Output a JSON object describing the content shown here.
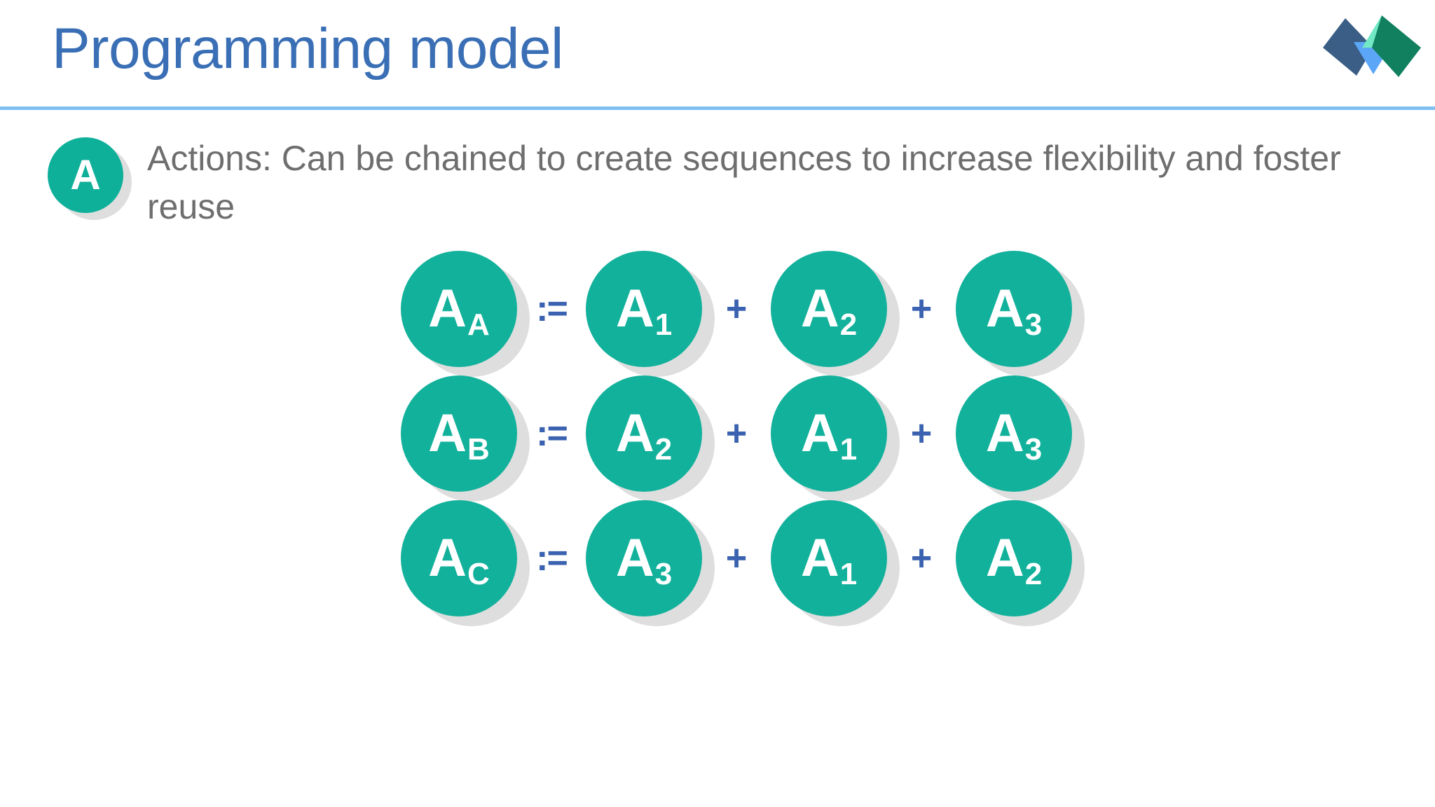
{
  "slide": {
    "title": "Programming model",
    "title_color": "#3A6FB5",
    "rule_color": "#7FC0F0",
    "background": "#ffffff"
  },
  "logo": {
    "name": "company-logo",
    "colors": {
      "dark_blue": "#3A5E85",
      "light_blue": "#5CA6F7",
      "mint": "#72E8C4",
      "dark_green": "#11805F"
    }
  },
  "bullet": {
    "badge_letter": "A",
    "badge_color": "#0FB09A",
    "text": "Actions: Can be chained to create sequences to increase flexibility and foster reuse",
    "text_color": "#6E6E6E"
  },
  "diagram": {
    "node_color": "#12B19B",
    "node_text_color": "#ffffff",
    "operator_color": "#3A62B0",
    "assign_operator": ":=",
    "plus_operator": "+",
    "rows": [
      {
        "lhs": {
          "main": "A",
          "sub": "A"
        },
        "assign": ":=",
        "terms": [
          {
            "main": "A",
            "sub": "1"
          },
          {
            "main": "A",
            "sub": "2"
          },
          {
            "main": "A",
            "sub": "3"
          }
        ],
        "separators": [
          "+",
          "+"
        ]
      },
      {
        "lhs": {
          "main": "A",
          "sub": "B"
        },
        "assign": ":=",
        "terms": [
          {
            "main": "A",
            "sub": "2"
          },
          {
            "main": "A",
            "sub": "1"
          },
          {
            "main": "A",
            "sub": "3"
          }
        ],
        "separators": [
          "+",
          "+"
        ]
      },
      {
        "lhs": {
          "main": "A",
          "sub": "C"
        },
        "assign": ":=",
        "terms": [
          {
            "main": "A",
            "sub": "3"
          },
          {
            "main": "A",
            "sub": "1"
          },
          {
            "main": "A",
            "sub": "2"
          }
        ],
        "separators": [
          "+",
          "+"
        ]
      }
    ]
  }
}
